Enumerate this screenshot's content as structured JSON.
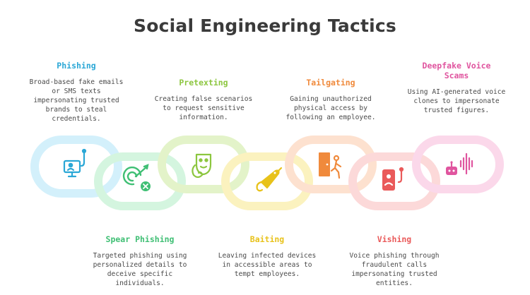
{
  "title": "Social Engineering Tactics",
  "tactics": [
    {
      "name": "Phishing",
      "description": "Broad-based fake emails or SMS texts impersonating trusted brands to steal credentials.",
      "color": "#2aa7d6",
      "ring_color": "#d3f0fb",
      "icon": "computer-phishing-icon"
    },
    {
      "name": "Spear Phishing",
      "description": "Targeted phishing using personalized details to deceive specific individuals.",
      "color": "#3fbf74",
      "ring_color": "#d4f5df",
      "icon": "target-miss-icon"
    },
    {
      "name": "Pretexting",
      "description": "Creating false scenarios to request sensitive information.",
      "color": "#8cc63f",
      "ring_color": "#e3f3c9",
      "icon": "theater-masks-icon"
    },
    {
      "name": "Baiting",
      "description": "Leaving infected devices in accessible areas to tempt employees.",
      "color": "#e8c21a",
      "ring_color": "#fbf2bf",
      "icon": "fishing-lure-icon"
    },
    {
      "name": "Tailgating",
      "description": "Gaining unauthorized physical access by following an employee.",
      "color": "#f08a3c",
      "ring_color": "#fde1cf",
      "icon": "door-follow-icon"
    },
    {
      "name": "Vishing",
      "description": "Voice phishing through fraudulent calls impersonating trusted entities.",
      "color": "#ea5a5a",
      "ring_color": "#fcd9d9",
      "icon": "phone-hook-icon"
    },
    {
      "name": "Deepfake Voice Scams",
      "description": "Using AI-generated voice clones to impersonate trusted figures.",
      "color": "#e0559f",
      "ring_color": "#fbd8ea",
      "icon": "robot-voice-icon"
    }
  ]
}
